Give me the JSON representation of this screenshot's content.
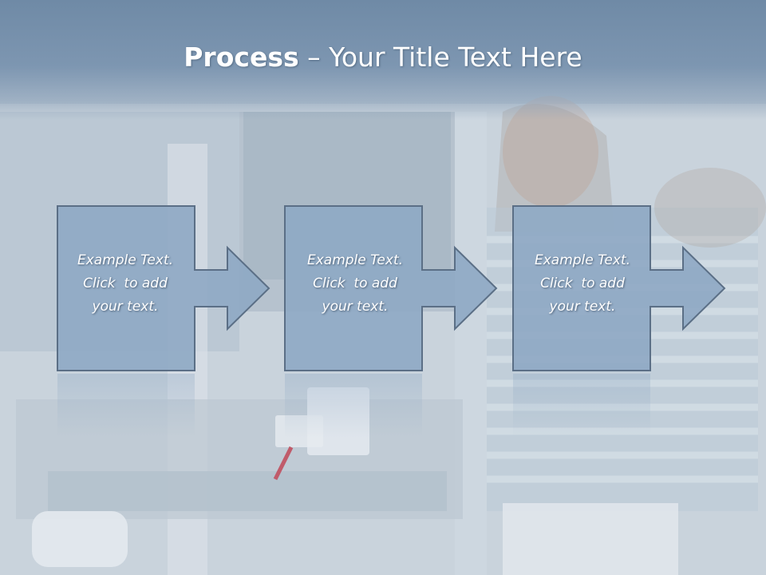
{
  "slide": {
    "title_bold": "Process",
    "title_rest": " – Your Title Text Here",
    "colors": {
      "box_fill": "#8fa9c4",
      "box_stroke": "#5b6f86",
      "title_band": "#6f8aa6",
      "text": "#ffffff"
    }
  },
  "process": {
    "steps": [
      {
        "lines": [
          "Example Text.",
          "Click  to add",
          "your text."
        ]
      },
      {
        "lines": [
          "Example Text.",
          "Click  to add",
          "your text."
        ]
      },
      {
        "lines": [
          "Example Text.",
          "Click  to add",
          "your text."
        ]
      }
    ]
  }
}
